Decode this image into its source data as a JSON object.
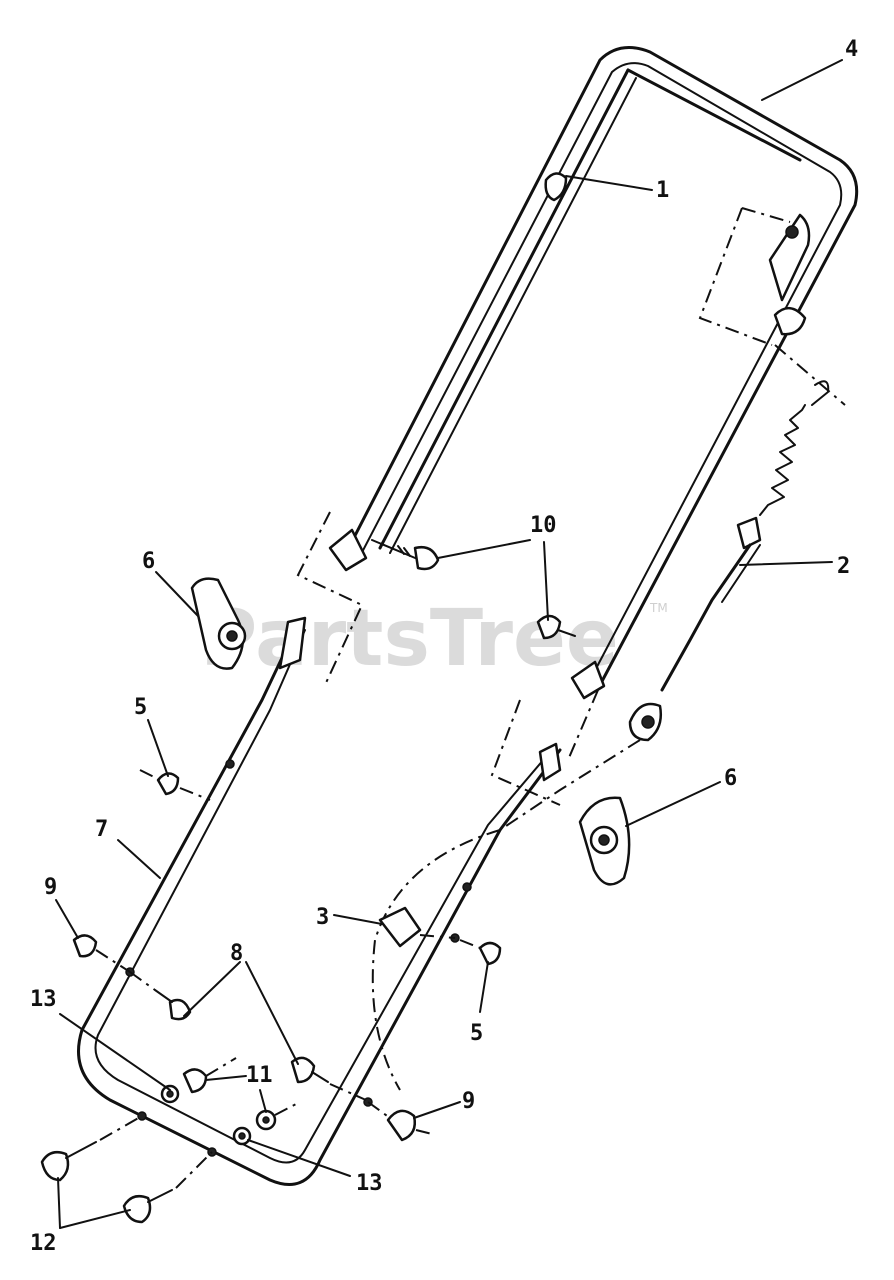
{
  "watermark": {
    "text": "PartsTree",
    "trademark": "TM"
  },
  "callouts": [
    "1",
    "2",
    "3",
    "4",
    "5",
    "5",
    "6",
    "6",
    "7",
    "8",
    "9",
    "9",
    "10",
    "11",
    "12",
    "13",
    "13"
  ]
}
